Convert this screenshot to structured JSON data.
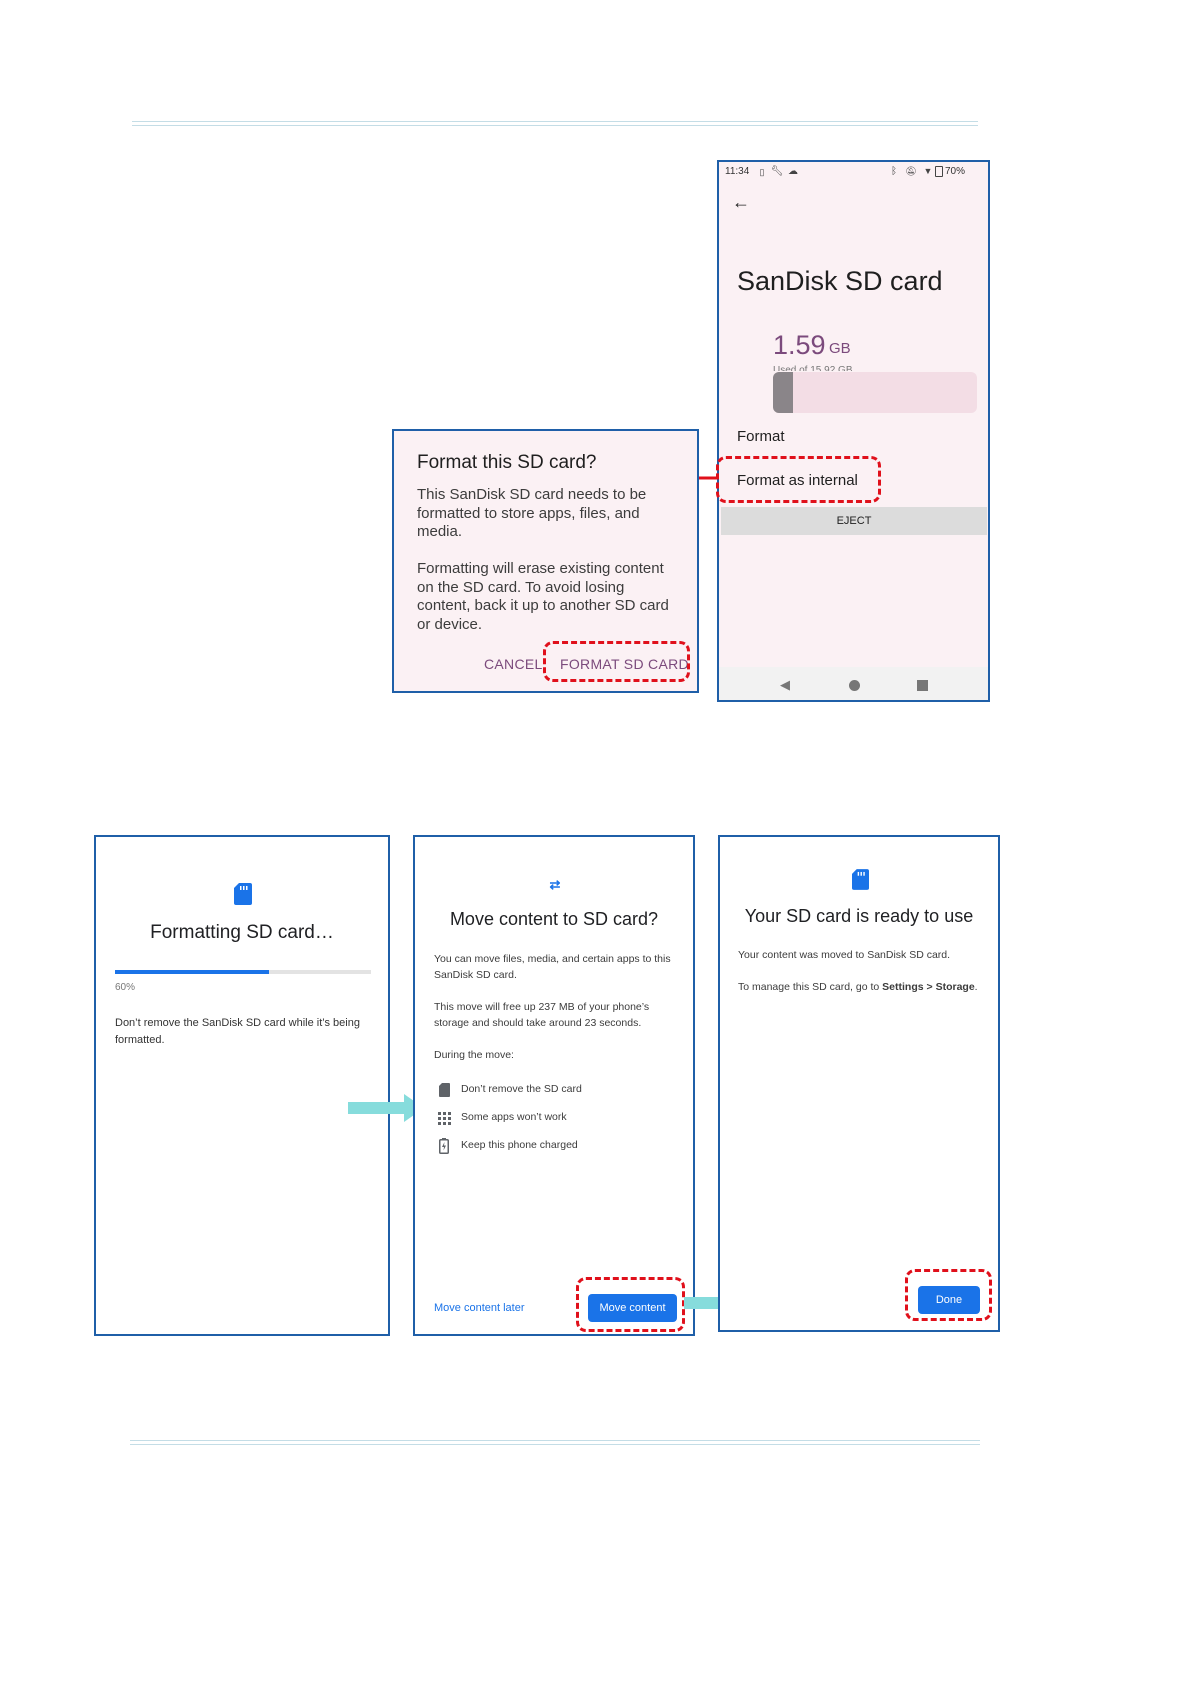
{
  "phone": {
    "status": {
      "time": "11:34",
      "battery": "70%"
    },
    "title": "SanDisk SD card",
    "used_value": "1.59",
    "used_unit": "GB",
    "used_of": "Used of 15.92 GB",
    "usage_fraction": 0.1,
    "menu_format": "Format",
    "menu_format_internal": "Format as internal",
    "eject_label": "EJECT"
  },
  "dialog": {
    "title": "Format this SD card?",
    "para1": "This SanDisk SD card needs to be formatted to store apps, files, and media.",
    "para2": "Formatting will erase existing content on the SD card. To avoid losing content, back it up to another SD card or device.",
    "cancel": "CANCEL",
    "format": "FORMAT SD CARD"
  },
  "formatting": {
    "title": "Formatting SD card…",
    "progress_percent": "60%",
    "progress_value": 0.6,
    "note": "Don’t remove the SanDisk SD card while it’s being formatted."
  },
  "move": {
    "title": "Move content to SD card?",
    "para1": "You can move files, media, and certain apps to this SanDisk SD card.",
    "para2": "This move will free up 237 MB of your phone’s storage and should take around 23 seconds.",
    "during": "During the move:",
    "items": [
      {
        "icon": "sd-card-icon",
        "label": "Don’t remove the SD card"
      },
      {
        "icon": "apps-grid-icon",
        "label": "Some apps won’t work"
      },
      {
        "icon": "battery-charging-icon",
        "label": "Keep this phone charged"
      }
    ],
    "later": "Move content later",
    "move_btn": "Move content"
  },
  "ready": {
    "title": "Your SD card is ready to use",
    "para1": "Your content was moved to SanDisk SD card.",
    "para2_prefix": "To manage this SD card, go to ",
    "settings": "Settings",
    "sep": " > ",
    "storage": "Storage",
    "period": ".",
    "done": "Done"
  },
  "colors": {
    "accent_blue": "#1a73e8",
    "highlight_red": "#e0101b",
    "frame_blue": "#1f5fa8",
    "flow_arrow": "#86dcdc"
  }
}
